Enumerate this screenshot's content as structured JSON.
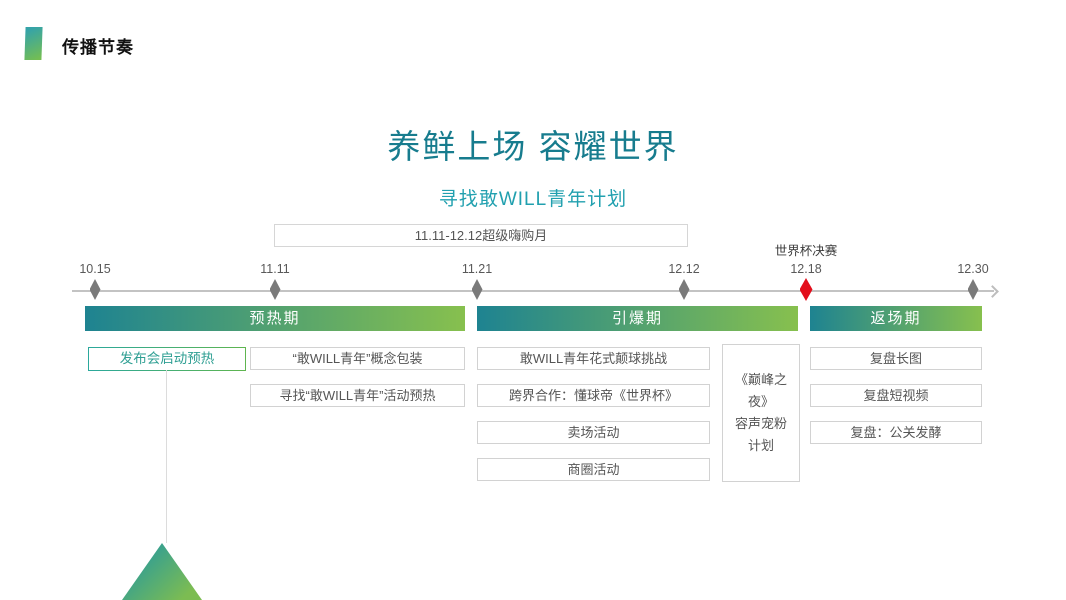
{
  "slide": {
    "header": {
      "label": "传播节奏"
    },
    "title": "养鲜上场 容耀世界",
    "subtitle": "寻找敢WILL青年计划",
    "campaign_period": "11.11-12.12超级嗨购月",
    "timeline": {
      "event_annotation": "世界杯决赛",
      "ticks": [
        {
          "label": "10.15",
          "marker": "gray"
        },
        {
          "label": "11.11",
          "marker": "gray"
        },
        {
          "label": "11.21",
          "marker": "gray"
        },
        {
          "label": "12.12",
          "marker": "gray"
        },
        {
          "label": "12.18",
          "marker": "red"
        },
        {
          "label": "12.30",
          "marker": "gray"
        }
      ]
    },
    "phases": [
      {
        "label": "预热期"
      },
      {
        "label": "引爆期"
      },
      {
        "label": "返场期"
      }
    ],
    "activities": {
      "highlight": "发布会启动预热",
      "preheat": [
        "“敢WILL青年”概念包装",
        "寻找“敢WILL青年”活动预热"
      ],
      "ignite": [
        "敢WILL青年花式颠球挑战",
        "跨界合作：懂球帝《世界杯》",
        "卖场活动",
        "商圈活动"
      ],
      "special": "《巅峰之夜》\n容声宠粉\n计划",
      "review": [
        "复盘长图",
        "复盘短视频",
        "复盘：公关发酵"
      ]
    },
    "colors": {
      "accent_teal": "#177C8E",
      "subtitle_teal": "#21A0AF",
      "gradient_start": "#1E8391",
      "gradient_end": "#87C04E",
      "highlight_green": "#2F9F93",
      "world_cup_red": "#E30E1B"
    }
  }
}
